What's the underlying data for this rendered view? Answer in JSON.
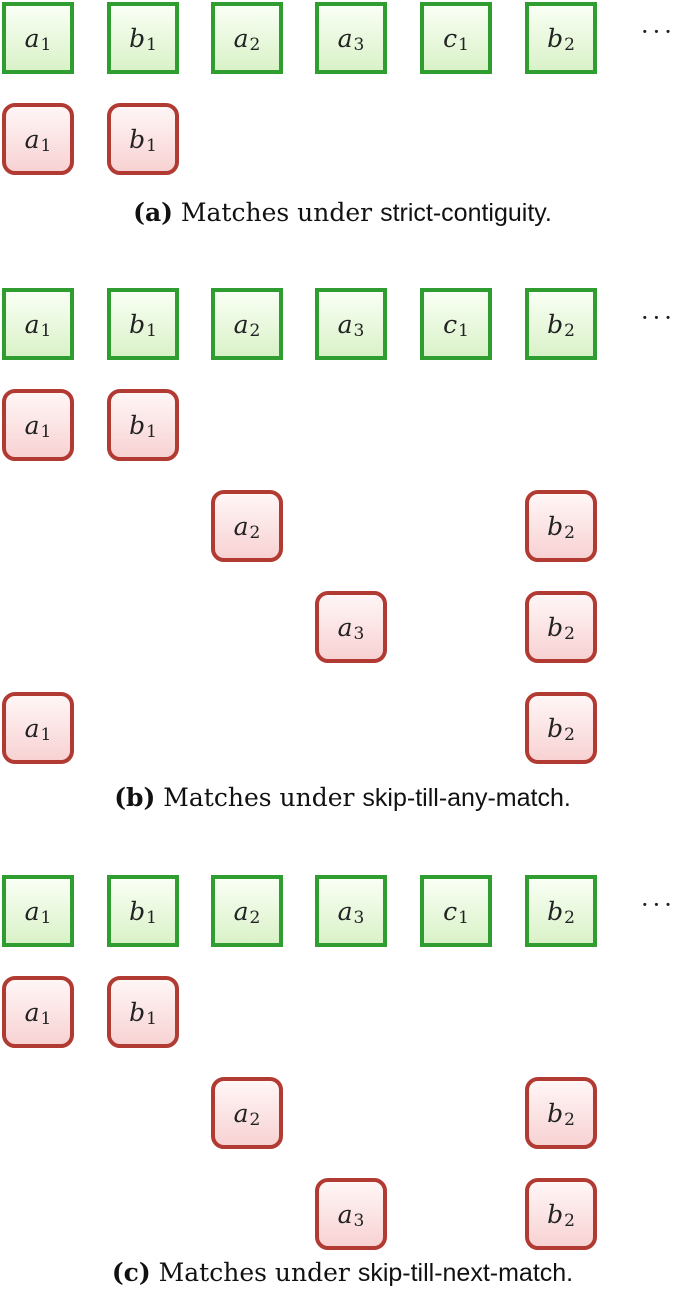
{
  "event_stream": [
    {
      "letter": "a",
      "index": "1"
    },
    {
      "letter": "b",
      "index": "1"
    },
    {
      "letter": "a",
      "index": "2"
    },
    {
      "letter": "a",
      "index": "3"
    },
    {
      "letter": "c",
      "index": "1"
    },
    {
      "letter": "b",
      "index": "2"
    }
  ],
  "ellipsis": "···",
  "panels": [
    {
      "label": "(a)",
      "caption_text": "Matches under",
      "mode": "strict-contiguity.",
      "matches": [
        [
          {
            "letter": "a",
            "index": "1",
            "col": 0
          },
          {
            "letter": "b",
            "index": "1",
            "col": 1
          }
        ]
      ]
    },
    {
      "label": "(b)",
      "caption_text": "Matches under",
      "mode": "skip-till-any-match.",
      "matches": [
        [
          {
            "letter": "a",
            "index": "1",
            "col": 0
          },
          {
            "letter": "b",
            "index": "1",
            "col": 1
          }
        ],
        [
          {
            "letter": "a",
            "index": "2",
            "col": 2
          },
          {
            "letter": "b",
            "index": "2",
            "col": 5
          }
        ],
        [
          {
            "letter": "a",
            "index": "3",
            "col": 3
          },
          {
            "letter": "b",
            "index": "2",
            "col": 5
          }
        ],
        [
          {
            "letter": "a",
            "index": "1",
            "col": 0
          },
          {
            "letter": "b",
            "index": "2",
            "col": 5
          }
        ]
      ]
    },
    {
      "label": "(c)",
      "caption_text": "Matches under",
      "mode": "skip-till-next-match.",
      "matches": [
        [
          {
            "letter": "a",
            "index": "1",
            "col": 0
          },
          {
            "letter": "b",
            "index": "1",
            "col": 1
          }
        ],
        [
          {
            "letter": "a",
            "index": "2",
            "col": 2
          },
          {
            "letter": "b",
            "index": "2",
            "col": 5
          }
        ],
        [
          {
            "letter": "a",
            "index": "3",
            "col": 3
          },
          {
            "letter": "b",
            "index": "2",
            "col": 5
          }
        ]
      ]
    }
  ]
}
